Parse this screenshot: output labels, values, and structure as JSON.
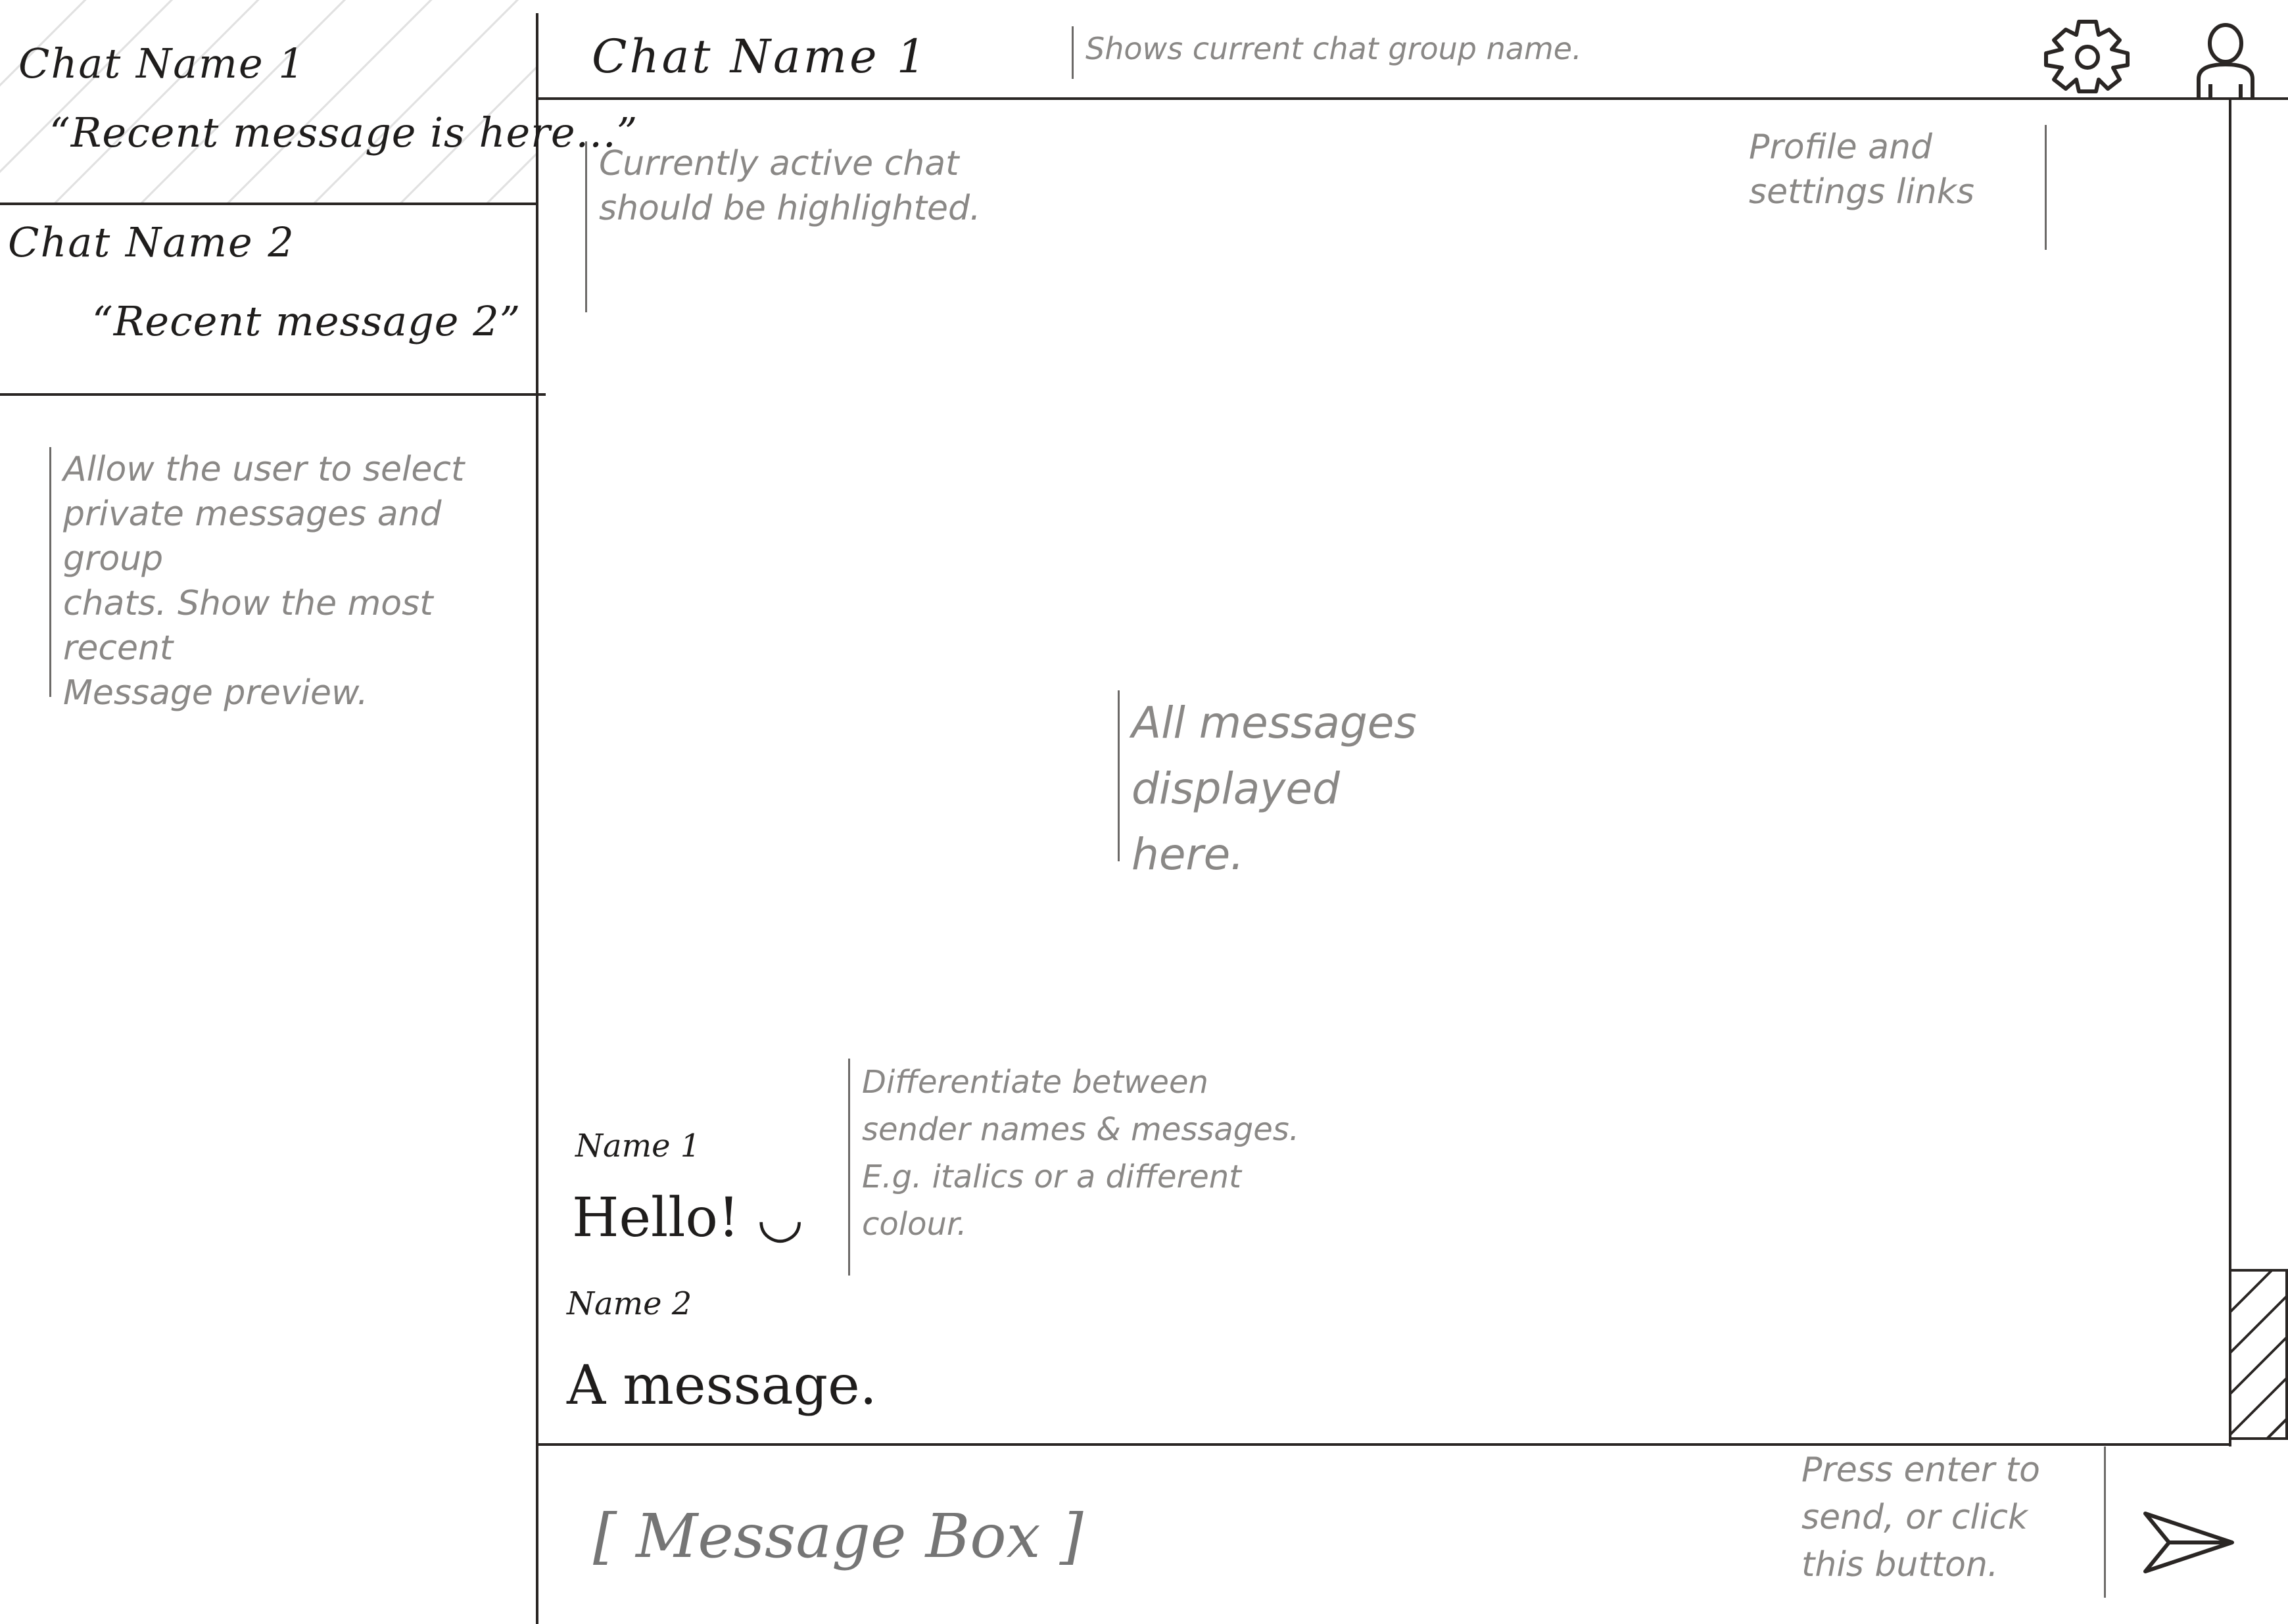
{
  "sidebar": {
    "chats": [
      {
        "name": "Chat Name 1",
        "preview": "“Recent message is here...”",
        "active": true
      },
      {
        "name": "Chat Name 2",
        "preview": "“Recent message 2”",
        "active": false
      }
    ],
    "note": "Allow the user to select\nprivate messages and group\nchats. Show the most recent\nMessage preview."
  },
  "header": {
    "title": "Chat Name 1",
    "title_note": "Shows current chat group name.",
    "active_note": "Currently active chat\nshould be highlighted.",
    "links_note": "Profile and\nsettings links",
    "settings_icon": "gear-icon",
    "profile_icon": "user-icon"
  },
  "messages": {
    "placeholder_note": "All messages displayed\nhere.",
    "sender_note": "Differentiate between\nsender names & messages.\nE.g. italics or a different\ncolour.",
    "items": [
      {
        "sender": "Name 1",
        "text": "Hello! ◡"
      },
      {
        "sender": "Name 2",
        "text": "A message."
      }
    ]
  },
  "composer": {
    "placeholder": "[ Message Box ]",
    "send_note": "Press enter to\nsend, or click\nthis button.",
    "send_icon": "send-arrow-icon"
  }
}
